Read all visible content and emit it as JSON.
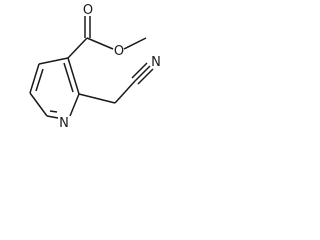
{
  "molecule": {
    "atoms": {
      "ester_carbonyl_oxygen": "O",
      "ester_ether_oxygen": "O",
      "nitrile_nitrogen": "N",
      "ring_nitrogen": "N"
    },
    "colors": {
      "bond": "#1a1a1a",
      "label": "#1a1a1a",
      "background": "#ffffff"
    }
  }
}
